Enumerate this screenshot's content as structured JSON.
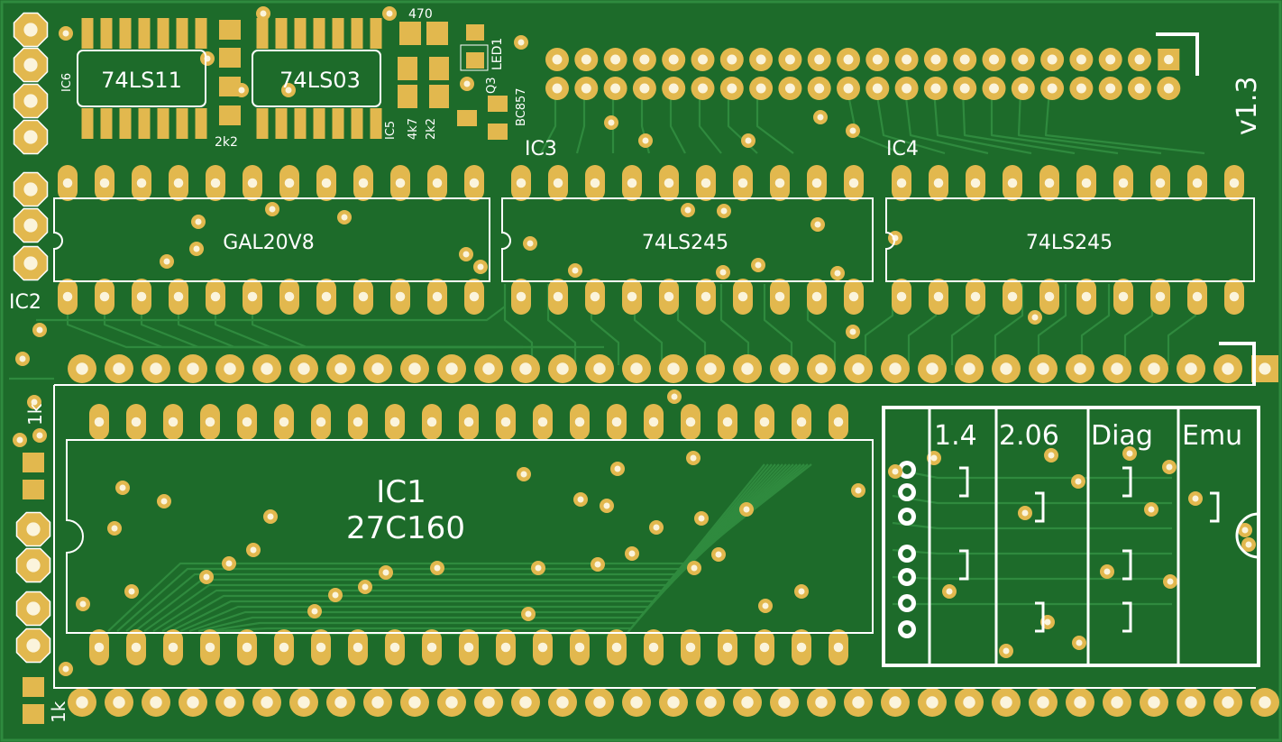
{
  "colors": {
    "board": "#1d6b2a",
    "trace": "#2f8a3e",
    "copper": "#e2b84e",
    "hole": "#fbf4dc",
    "silk": "#ffffff",
    "background": "#ffffff"
  },
  "version": "v1.3",
  "chips": {
    "ic6": {
      "name": "74LS11",
      "ref": "IC6"
    },
    "ic5": {
      "name": "74LS03",
      "ref": "IC5"
    },
    "gal": {
      "name": "GAL20V8",
      "ref": "IC2"
    },
    "ic3": {
      "name": "74LS245",
      "ref": "IC3"
    },
    "ic4": {
      "name": "74LS245",
      "ref": "IC4"
    },
    "ic1": {
      "name": "27C160",
      "ref": "IC1"
    }
  },
  "components": {
    "r_470": "470",
    "r_2k2a": "2k2",
    "r_4k7": "4k7",
    "r_2k2b": "2k2",
    "led": "LED1",
    "transistor": "Q3",
    "transistor_type": "BC857",
    "r_1k_top": "1k",
    "r_1k_bottom": "1k"
  },
  "jumpers": {
    "columns": [
      "1.4",
      "2.06",
      "Diag",
      "Emu"
    ]
  }
}
